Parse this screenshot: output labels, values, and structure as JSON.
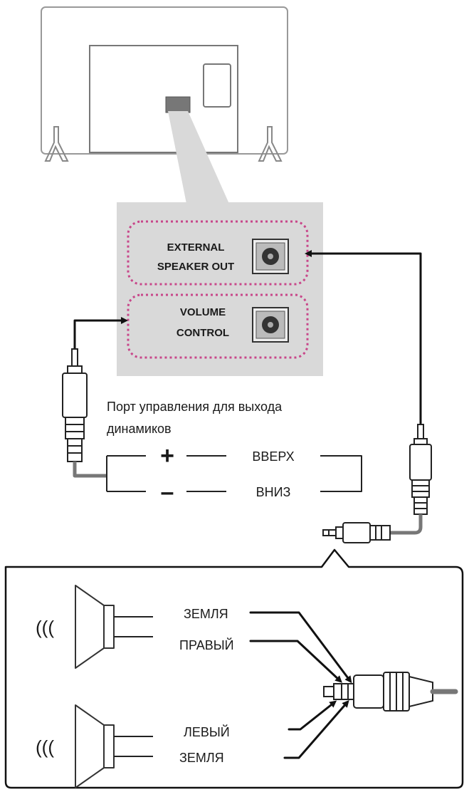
{
  "panel": {
    "port_top_line1": "EXTERNAL",
    "port_top_line2": "SPEAKER OUT",
    "port_bottom_line1": "VOLUME",
    "port_bottom_line2": "CONTROL"
  },
  "caption": {
    "line1": "Порт управления для выхода",
    "line2": "динамиков"
  },
  "volume": {
    "plus_sign": "+",
    "minus_sign": "–",
    "up_label": "ВВЕРХ",
    "down_label": "ВНИЗ"
  },
  "speakers": {
    "top_ground": "ЗЕМЛЯ",
    "right": "ПРАВЫЙ",
    "left": "ЛЕВЫЙ",
    "bottom_ground": "ЗЕМЛЯ",
    "waves": "((("
  },
  "colors": {
    "port_highlight": "#c8478a",
    "panel_fill": "#d9d9d9",
    "port_chip": "#777777"
  }
}
